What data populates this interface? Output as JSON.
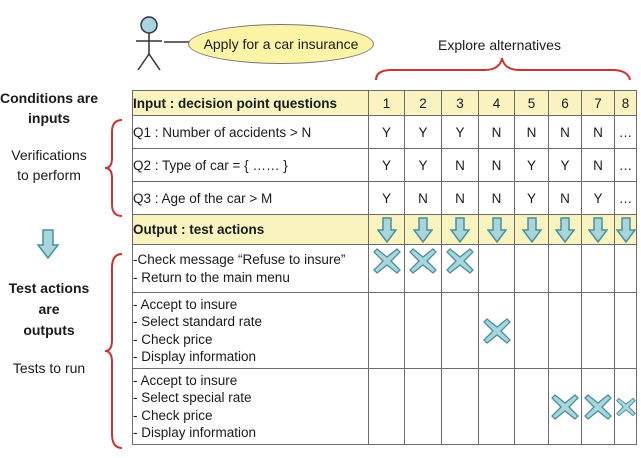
{
  "actor": {
    "usecase": "Apply for a car insurance"
  },
  "explore_label": "Explore alternatives",
  "left": {
    "conditions_are_inputs": [
      "Conditions are",
      "inputs"
    ],
    "verifications": [
      "Verifications",
      "to perform"
    ],
    "test_actions_are_outputs": [
      "Test actions",
      "are",
      "outputs"
    ],
    "tests_to_run": "Tests to run"
  },
  "table": {
    "input_header": "Input :  decision point questions",
    "columns": [
      "1",
      "2",
      "3",
      "4",
      "5",
      "6",
      "7",
      "8"
    ],
    "conditions": [
      {
        "label": "Q1 : Number of accidents > N",
        "values": [
          "Y",
          "Y",
          "Y",
          "N",
          "N",
          "N",
          "N",
          "…"
        ]
      },
      {
        "label": "Q2 : Type of car = { …… }",
        "values": [
          "Y",
          "Y",
          "N",
          "N",
          "Y",
          "Y",
          "N",
          "…"
        ]
      },
      {
        "label": "Q3 : Age of the car  >  M",
        "values": [
          "Y",
          "N",
          "N",
          "N",
          "Y",
          "N",
          "Y",
          "…"
        ]
      }
    ],
    "output_header": "Output :  test actions",
    "actions": [
      {
        "lines": [
          "-Check message “Refuse to insure”",
          "- Return to the main menu"
        ],
        "marks": [
          1,
          2,
          3
        ]
      },
      {
        "lines": [
          "- Accept to insure",
          "- Select standard rate",
          "- Check price",
          "- Display information"
        ],
        "marks": [
          4
        ]
      },
      {
        "lines": [
          "- Accept to insure",
          "- Select special rate",
          "- Check price",
          "- Display information"
        ],
        "marks": [
          6,
          7,
          8
        ]
      }
    ]
  },
  "colors": {
    "header_fill": "#f9f3bf",
    "bracket": "#cc3333",
    "icon_fill": "#a9d6dc",
    "icon_stroke": "#4a8f9c",
    "actor": "#a8d3e0",
    "usecase_fill": "#fbf4a6"
  }
}
